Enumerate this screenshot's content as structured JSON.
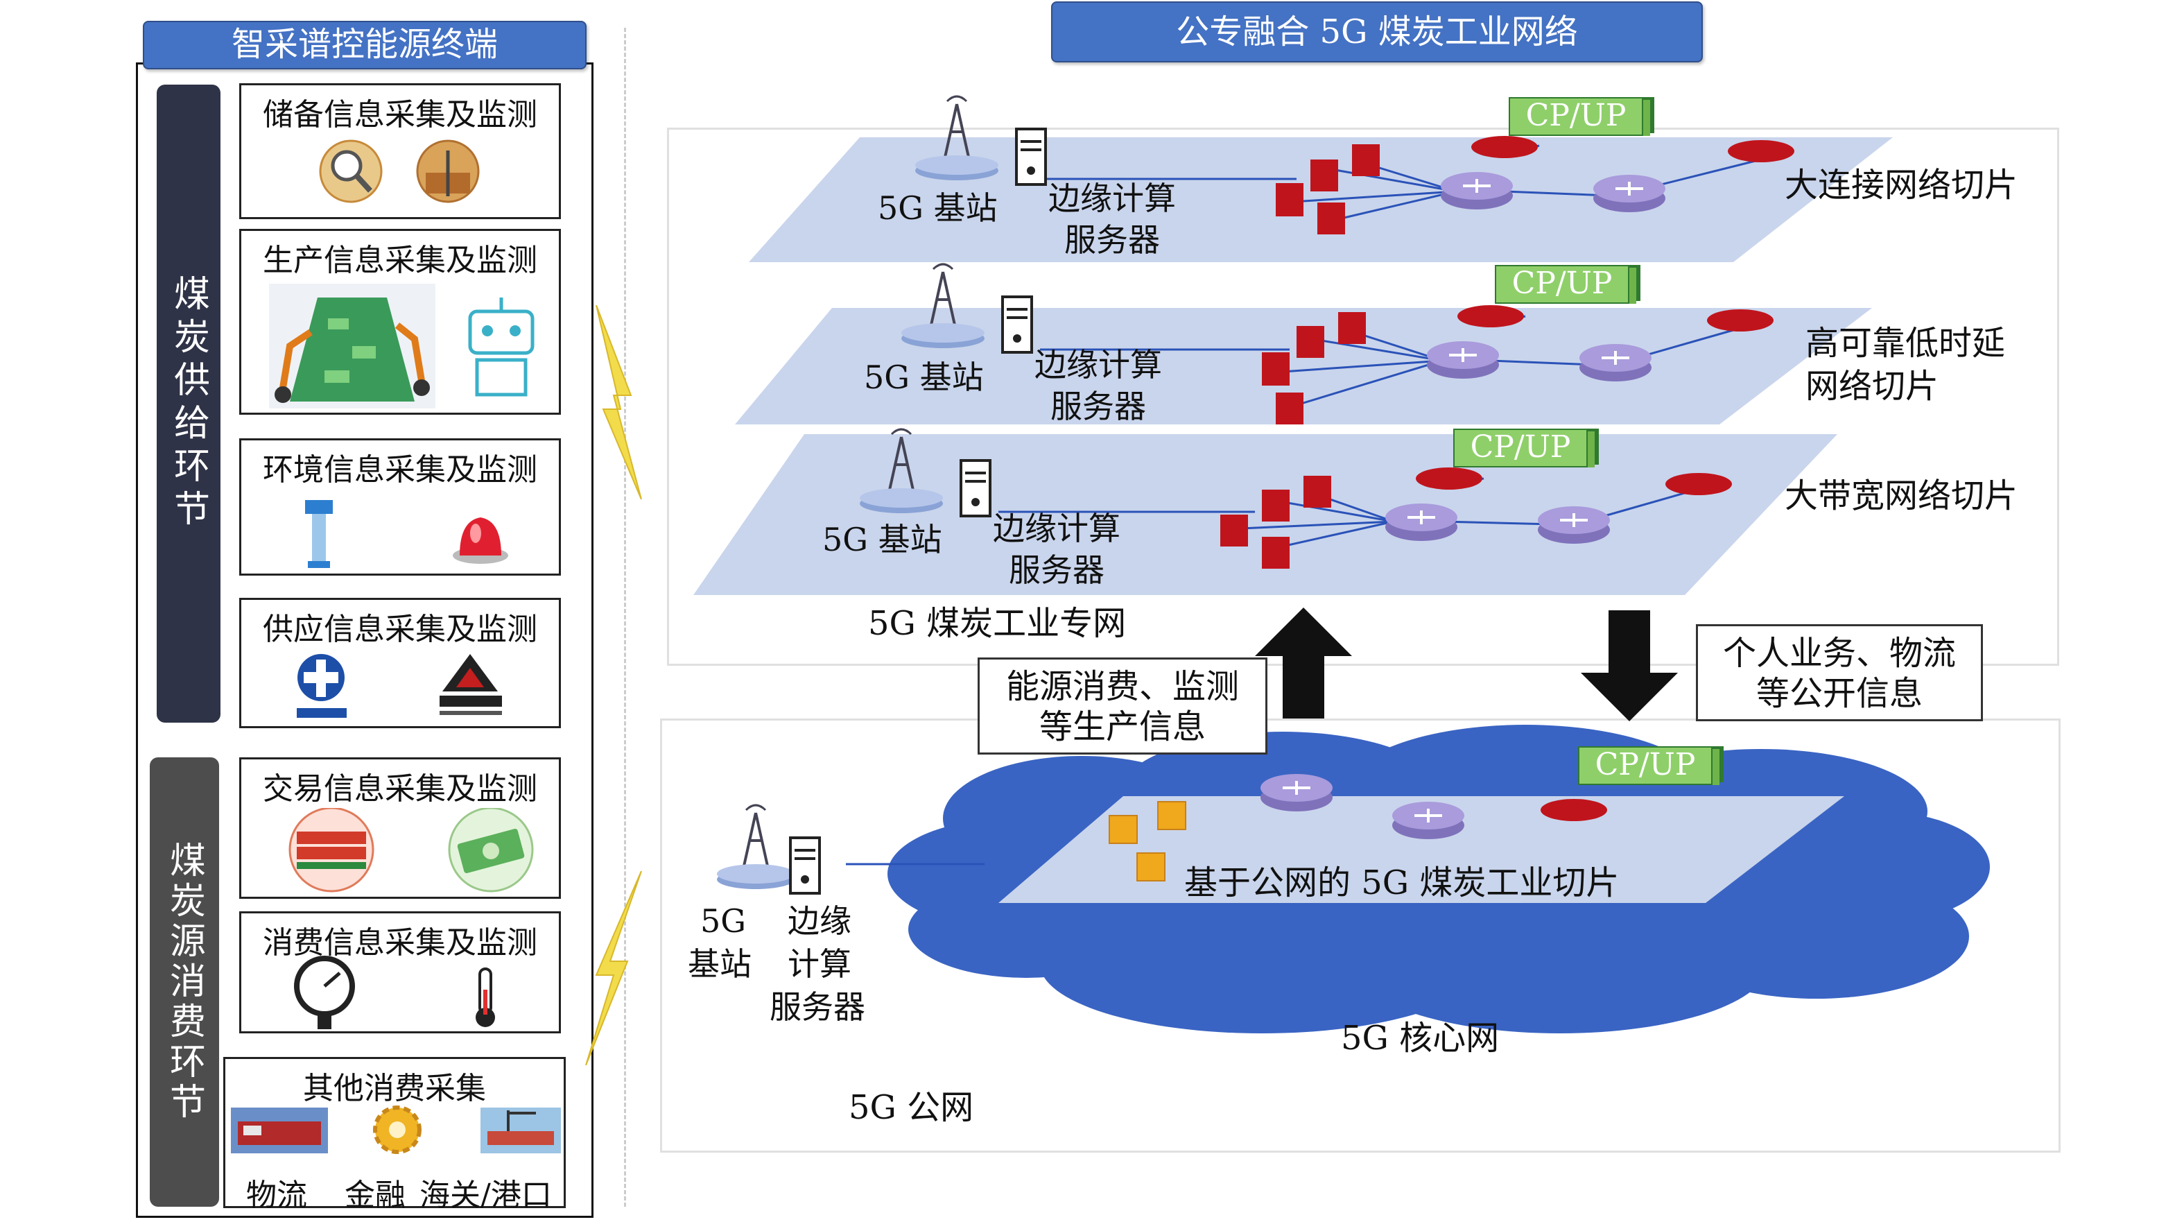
{
  "left_panel": {
    "title": "智采谱控能源终端",
    "supply_band": "煤炭供给环节",
    "consume_band": "煤炭源消费环节",
    "boxes": [
      {
        "title": "储备信息采集及监测"
      },
      {
        "title": "生产信息采集及监测"
      },
      {
        "title": "环境信息采集及监测"
      },
      {
        "title": "供应信息采集及监测"
      },
      {
        "title": "交易信息采集及监测"
      },
      {
        "title": "消费信息采集及监测"
      },
      {
        "title": "其他消费采集"
      }
    ],
    "other_labels": [
      "物流",
      "金融",
      "海关/港口"
    ]
  },
  "right_panel": {
    "title": "公专融合 5G 煤炭工业网络",
    "private_network_label": "5G 煤炭工业专网",
    "public_network_label": "5G 公网",
    "core_network_label": "5G 核心网",
    "slices": [
      {
        "name": "大连接网络切片"
      },
      {
        "name": "高可靠低时延\n网络切片"
      },
      {
        "name": "大带宽网络切片"
      }
    ],
    "public_slice": "基于公网的 5G 煤炭工业切片",
    "base_station": "5G 基站",
    "base_station_split": [
      "5G",
      "基站"
    ],
    "edge_server": "边缘计算\n服务器",
    "edge_server_split": [
      "边缘",
      "计算",
      "服务器"
    ],
    "cp_up": "CP/UP",
    "up_flow": "能源消费、监测\n等生产信息",
    "down_flow": "个人业务、物流\n等公开信息"
  },
  "colors": {
    "title_bar": "#4472c4",
    "supply_band": "#2f3347",
    "consume_band": "#4a4a4a",
    "slice_plane": "#c9d5ec",
    "cloud": "#3a64c3",
    "router": "#9b8fd0",
    "red_block": "#c0141c",
    "cp_up": "#8fcf6a",
    "lightning": "#f0d84a",
    "orange_cube": "#f0a81c"
  }
}
